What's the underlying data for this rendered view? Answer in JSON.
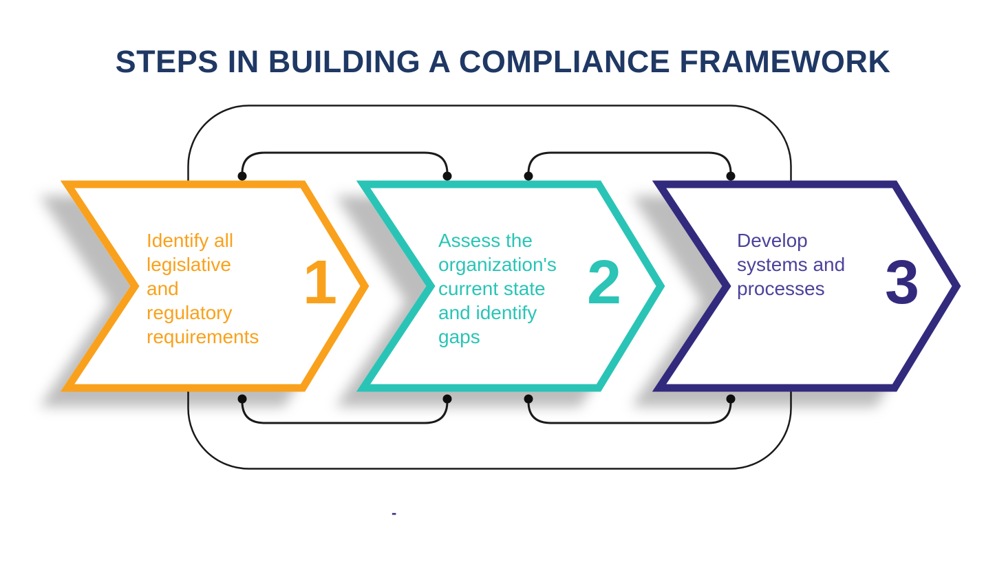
{
  "title": "STEPS IN BUILDING A COMPLIANCE FRAMEWORK",
  "steps": [
    {
      "number": "1",
      "description": "Identify all\nlegislative\nand\nregulatory\nrequirements",
      "accent_color": "#F9A11C"
    },
    {
      "number": "2",
      "description": "Assess the\norganization's\ncurrent state\nand identify\ngaps",
      "accent_color": "#2BC4B6"
    },
    {
      "number": "3",
      "description": "Develop\nsystems and\nprocesses",
      "accent_color": "#332A7D",
      "text_color": "#4C429A"
    }
  ],
  "colors": {
    "title": "#1F3864",
    "connector": "#1A1A1A",
    "background": "#FFFFFF",
    "step1_accent": "#F9A11C",
    "step2_accent": "#2BC4B6",
    "step3_accent": "#332A7D",
    "step3_text": "#4C429A"
  },
  "stray_mark": "-"
}
